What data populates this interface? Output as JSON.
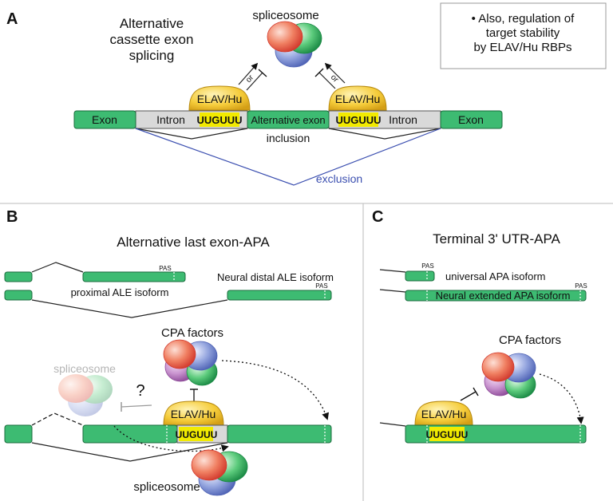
{
  "panels": {
    "a_letter": "A",
    "b_letter": "B",
    "c_letter": "C"
  },
  "panel_a": {
    "title_line1": "Alternative",
    "title_line2": "cassette exon",
    "title_line3": "splicing",
    "spliceosome_label": "spliceosome",
    "or_left": "or",
    "or_right": "or",
    "elav_left": "ELAV/Hu",
    "elav_right": "ELAV/Hu",
    "exon_left": "Exon",
    "intron_left": "Intron",
    "motif_left": "UUGUUU",
    "alt_exon": "Alternative exon",
    "motif_right": "UUGUUU",
    "intron_right": "Intron",
    "exon_right": "Exon",
    "inclusion": "inclusion",
    "exclusion": "exclusion",
    "note_line1": "• Also, regulation of",
    "note_line2": "target stability",
    "note_line3": "by ELAV/Hu RBPs"
  },
  "panel_b": {
    "title": "Alternative last exon-APA",
    "pas_1": "PAS",
    "pas_2": "PAS",
    "proximal_label": "proximal ALE isoform",
    "neural_label": "Neural distal ALE isoform",
    "cpa_label": "CPA factors",
    "spliceosome_faded": "spliceosome",
    "question": "?",
    "elav": "ELAV/Hu",
    "motif": "UUGUUU",
    "spliceosome_bottom": "spliceosome"
  },
  "panel_c": {
    "title": "Terminal 3' UTR-APA",
    "pas_1": "PAS",
    "universal_label": "universal APA isoform",
    "pas_2": "PAS",
    "neural_ext_label": "Neural extended APA isoform",
    "cpa_label": "CPA factors",
    "elav": "ELAV/Hu",
    "motif": "UUGUUU"
  },
  "colors": {
    "exon_green": "#3dbb72",
    "elav_yellow": "#f3c52c",
    "motif_yellow": "#f2ea00",
    "intron_gray": "#d9d9d9",
    "exclusion_blue": "#3b4fb0",
    "sphere_red": "#e8514a",
    "sphere_blue": "#6f86c9",
    "sphere_green": "#2fae5a",
    "sphere_purple": "#b675bd"
  }
}
